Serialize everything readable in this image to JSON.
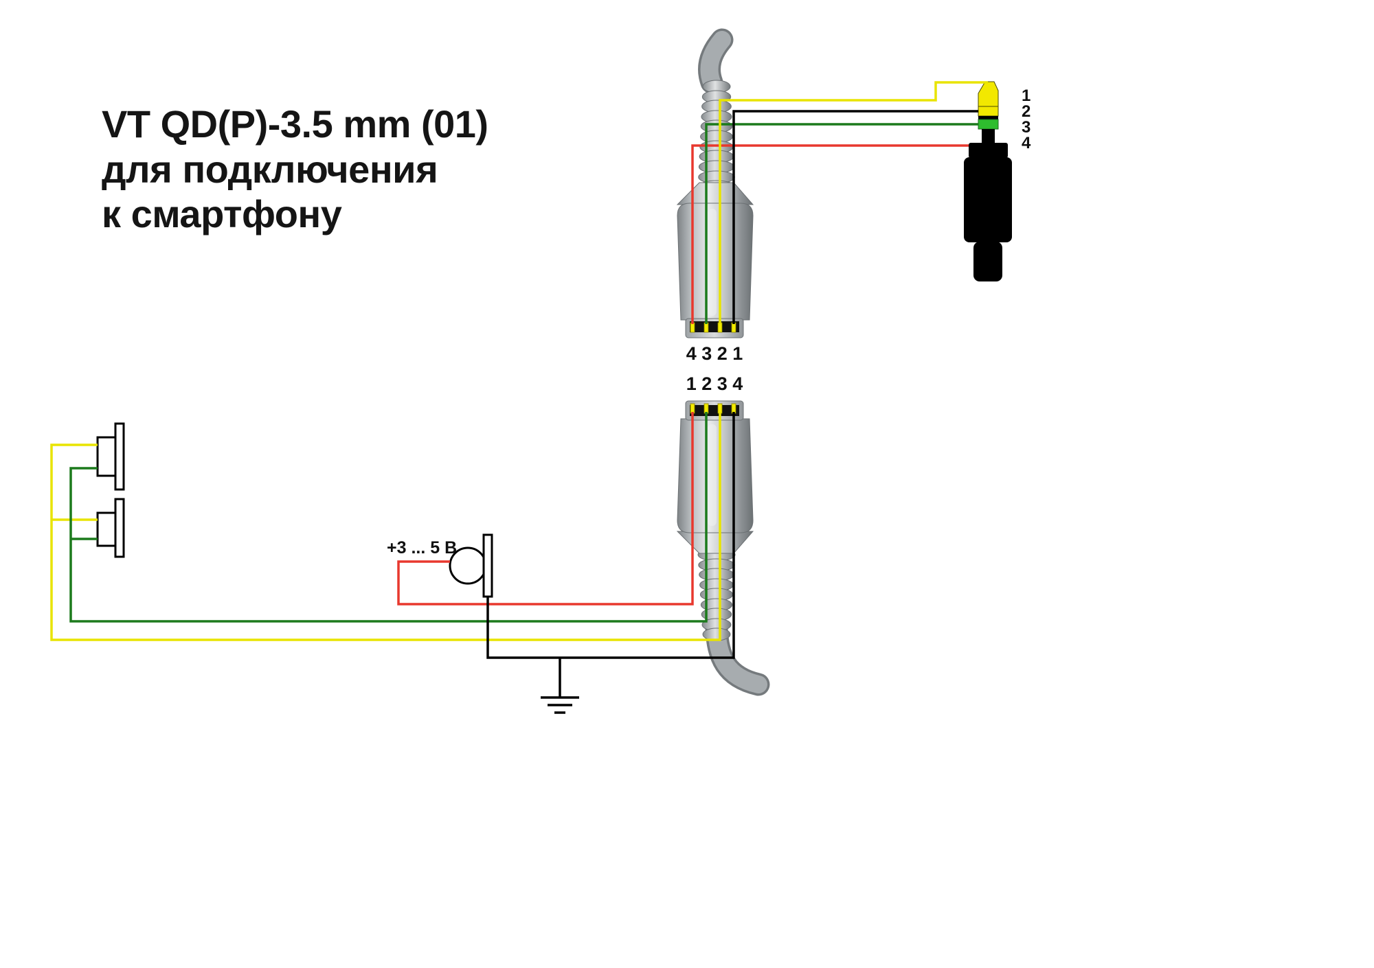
{
  "title": {
    "lines": [
      "VT QD(P)-3.5 mm (01)",
      "для подключения",
      "к смартфону"
    ]
  },
  "connectors": {
    "top": {
      "pin_label": "4 3 2 1"
    },
    "bottom": {
      "pin_label": "1 2 3 4"
    }
  },
  "jack": {
    "pin_labels": [
      "1",
      "2",
      "3",
      "4"
    ]
  },
  "mic": {
    "label": "+3 ... 5 В"
  },
  "colors": {
    "wire_yellow": "#e8e400",
    "wire_green": "#1c7a1c",
    "wire_red": "#e8382e",
    "wire_black": "#000000",
    "jack_tip_yellow": "#f2e800",
    "jack_ring_green": "#2ebd2e",
    "pin_yellow": "#f2ea00",
    "connector_gray": "#b7bbbe"
  }
}
